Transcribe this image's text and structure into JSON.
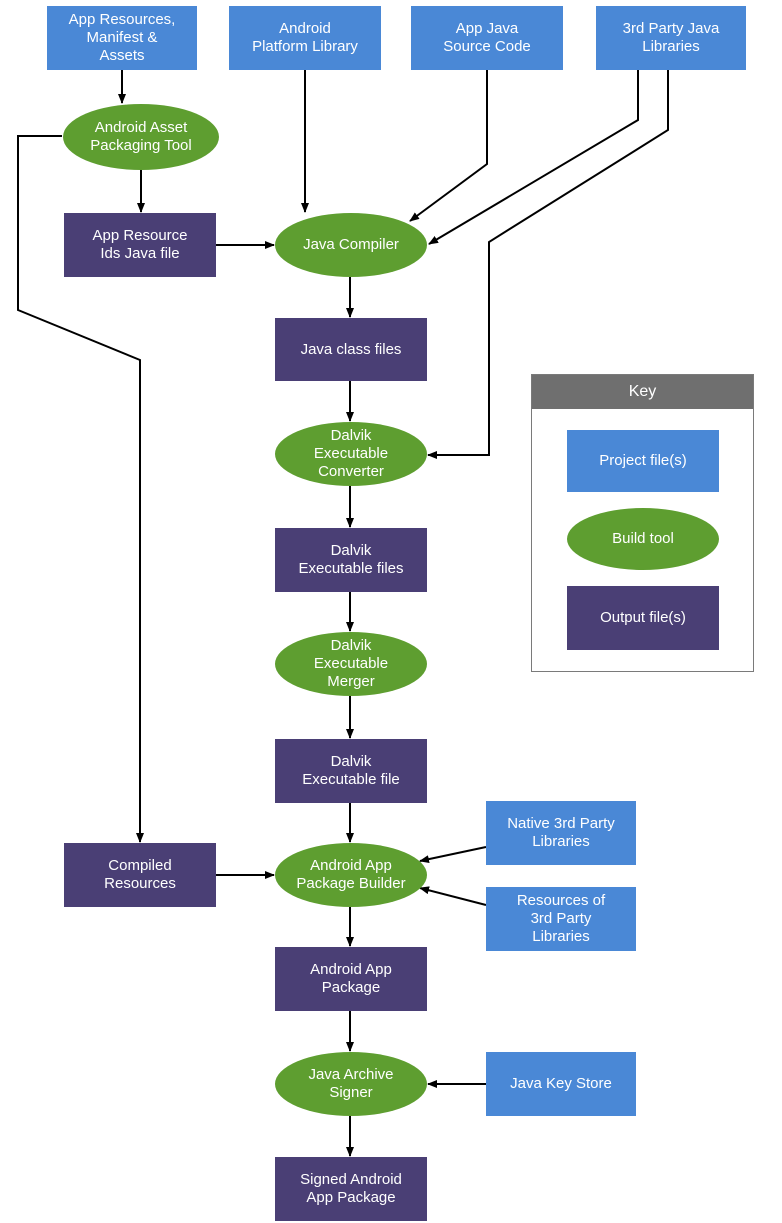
{
  "colors": {
    "project_file": "#4a88d6",
    "build_tool": "#5e9e30",
    "output_file": "#4a3f75",
    "key_header": "#6f6f6f",
    "arrow": "#000000"
  },
  "diagram": {
    "project_files": {
      "app_resources": "App Resources,\nManifest &\nAssets",
      "platform_library": "Android\nPlatform Library",
      "app_java_source": "App Java\nSource Code",
      "third_party_java_libs": "3rd Party Java\nLibraries",
      "native_third_party_libs": "Native 3rd Party\nLibraries",
      "third_party_resources": "Resources of\n3rd Party\nLibraries",
      "java_key_store": "Java Key Store"
    },
    "build_tools": {
      "aapt": "Android Asset\nPackaging Tool",
      "java_compiler": "Java Compiler",
      "dex_converter": "Dalvik\nExecutable\nConverter",
      "dex_merger": "Dalvik\nExecutable\nMerger",
      "apk_builder": "Android App\nPackage Builder",
      "jar_signer": "Java Archive\nSigner"
    },
    "output_files": {
      "resource_ids_java": "App Resource\nIds Java file",
      "java_class_files": "Java class files",
      "dex_files": "Dalvik\nExecutable files",
      "dex_file": "Dalvik\nExecutable file",
      "compiled_resources": "Compiled\nResources",
      "android_app_package": "Android App\nPackage",
      "signed_app_package": "Signed Android\nApp Package"
    },
    "key": {
      "title": "Key",
      "project_file": "Project file(s)",
      "build_tool": "Build tool",
      "output_file": "Output file(s)"
    }
  }
}
